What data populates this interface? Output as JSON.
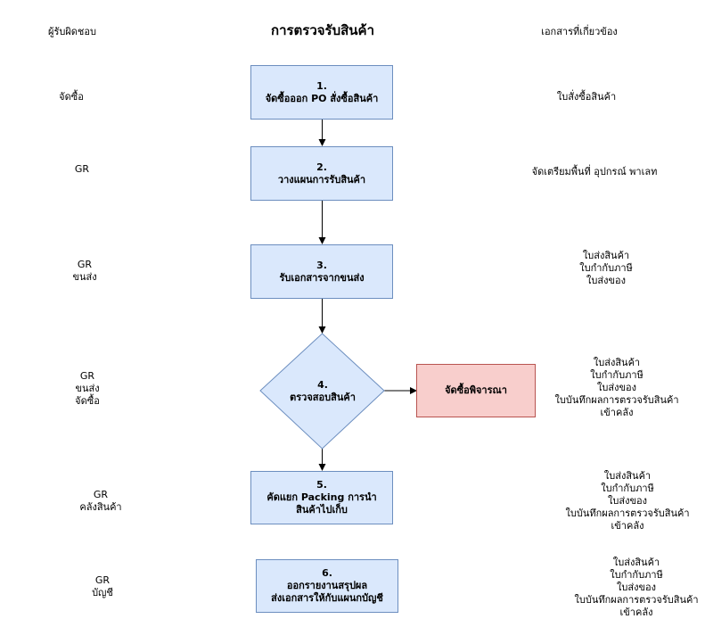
{
  "header": {
    "responsible_col": "ผู้รับผิดชอบ",
    "title": "การตรวจรับสินค้า",
    "documents_col": "เอกสารที่เกี่ยวข้อง"
  },
  "steps": [
    {
      "number": "1.",
      "lines": [
        "จัดซื้อออก PO   สั่งซื้อสินค้า"
      ],
      "responsible": [
        "จัดซื้อ"
      ],
      "documents": [
        "ใบสั่งซื้อสินค้า"
      ]
    },
    {
      "number": "2.",
      "lines": [
        "วางแผนการรับสินค้า"
      ],
      "responsible": [
        "GR"
      ],
      "documents": [
        "จัดเตรียมพื้นที่  อุปกรณ์  พาเลท"
      ]
    },
    {
      "number": "3.",
      "lines": [
        "รับเอกสารจากขนส่ง"
      ],
      "responsible": [
        "GR",
        "ขนส่ง"
      ],
      "documents": [
        "ใบส่งสินค้า",
        "ใบกำกับภาษี",
        "ใบส่งของ"
      ]
    },
    {
      "number": "4.",
      "lines": [
        "ตรวจสอบสินค้า"
      ],
      "responsible": [
        "GR",
        "ขนส่ง",
        "จัดซื้อ"
      ],
      "documents": [
        "ใบส่งสินค้า",
        "ใบกำกับภาษี",
        "ใบส่งของ",
        "ใบบันทึกผลการตรวจรับสินค้า",
        "เข้าคลัง"
      ]
    },
    {
      "number": "5.",
      "lines": [
        "คัดแยก  Packing  การนำ",
        "สินค้าไปเก็บ"
      ],
      "responsible": [
        "GR",
        "คลังสินค้า"
      ],
      "documents": [
        "ใบส่งสินค้า",
        "ใบกำกับภาษี",
        "ใบส่งของ",
        "ใบบันทึกผลการตรวจรับสินค้า",
        "เข้าคลัง"
      ]
    },
    {
      "number": "6.",
      "lines": [
        "ออกรายงานสรุปผล",
        "ส่งเอกสารให้กับแผนกบัญชี"
      ],
      "responsible": [
        "GR",
        "บัญชี"
      ],
      "documents": [
        "ใบส่งสินค้า",
        "ใบกำกับภาษี",
        "ใบส่งของ",
        "ใบบันทึกผลการตรวจรับสินค้า",
        "เข้าคลัง"
      ]
    }
  ],
  "side_branch": {
    "label": "จัดซื้อพิจารณา"
  },
  "colors": {
    "step_fill": "#dae8fc",
    "step_stroke": "#6c8ebf",
    "branch_fill": "#f8cecc",
    "branch_stroke": "#b85450"
  }
}
